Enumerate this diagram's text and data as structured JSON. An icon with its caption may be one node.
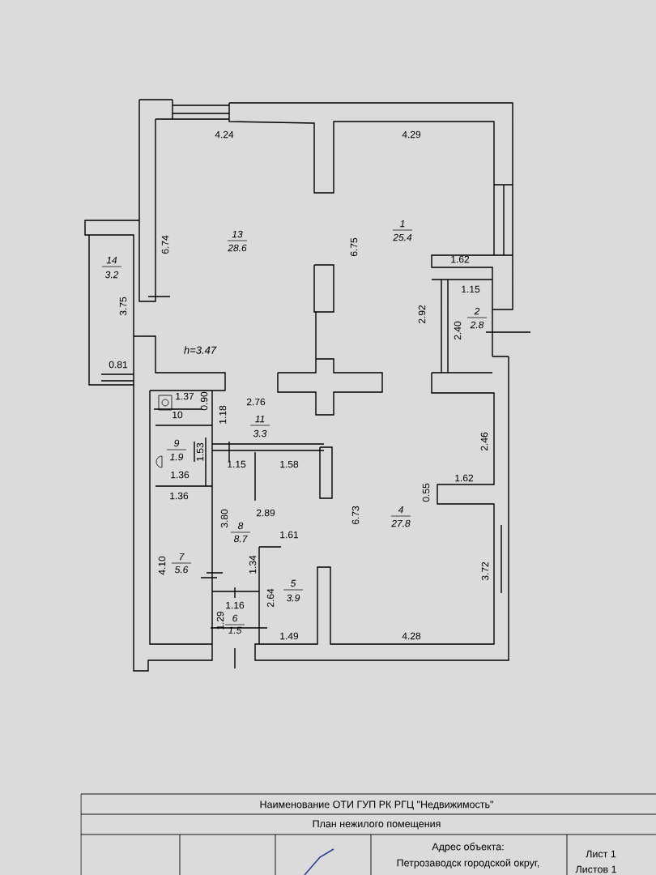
{
  "diagram": {
    "labels": [
      "4.24",
      "4.29",
      "6.74",
      "13",
      "28.6",
      "6.75",
      "1",
      "25.4",
      "14",
      "3.2",
      "1.62",
      "1.15",
      "3.75",
      "2.92",
      "2.40",
      "2",
      "2.8",
      "h=3.47",
      "0.81",
      "1.37",
      "0.90",
      "10",
      "1.18",
      "2.76",
      "11",
      "3.3",
      "9",
      "1.9",
      "1.53",
      "1.15",
      "1.58",
      "2.46",
      "1.36",
      "1.62",
      "0.55",
      "1.36",
      "2.89",
      "3.80",
      "8",
      "8.7",
      "6.73",
      "4",
      "27.8",
      "1.61",
      "4.10",
      "7",
      "5.6",
      "1.34",
      "2.64",
      "5",
      "3.9",
      "3.72",
      "1.16",
      "1.29",
      "6",
      "1.5",
      "1.49",
      "4.28",
      "Наименование ОТИ ГУП РК РГЦ \"Недвижимость\"",
      "План нежилого помещения",
      "Адрес объекта:",
      "Петрозаводск городской округ,",
      "Лист 1",
      "Листов 1"
    ]
  }
}
